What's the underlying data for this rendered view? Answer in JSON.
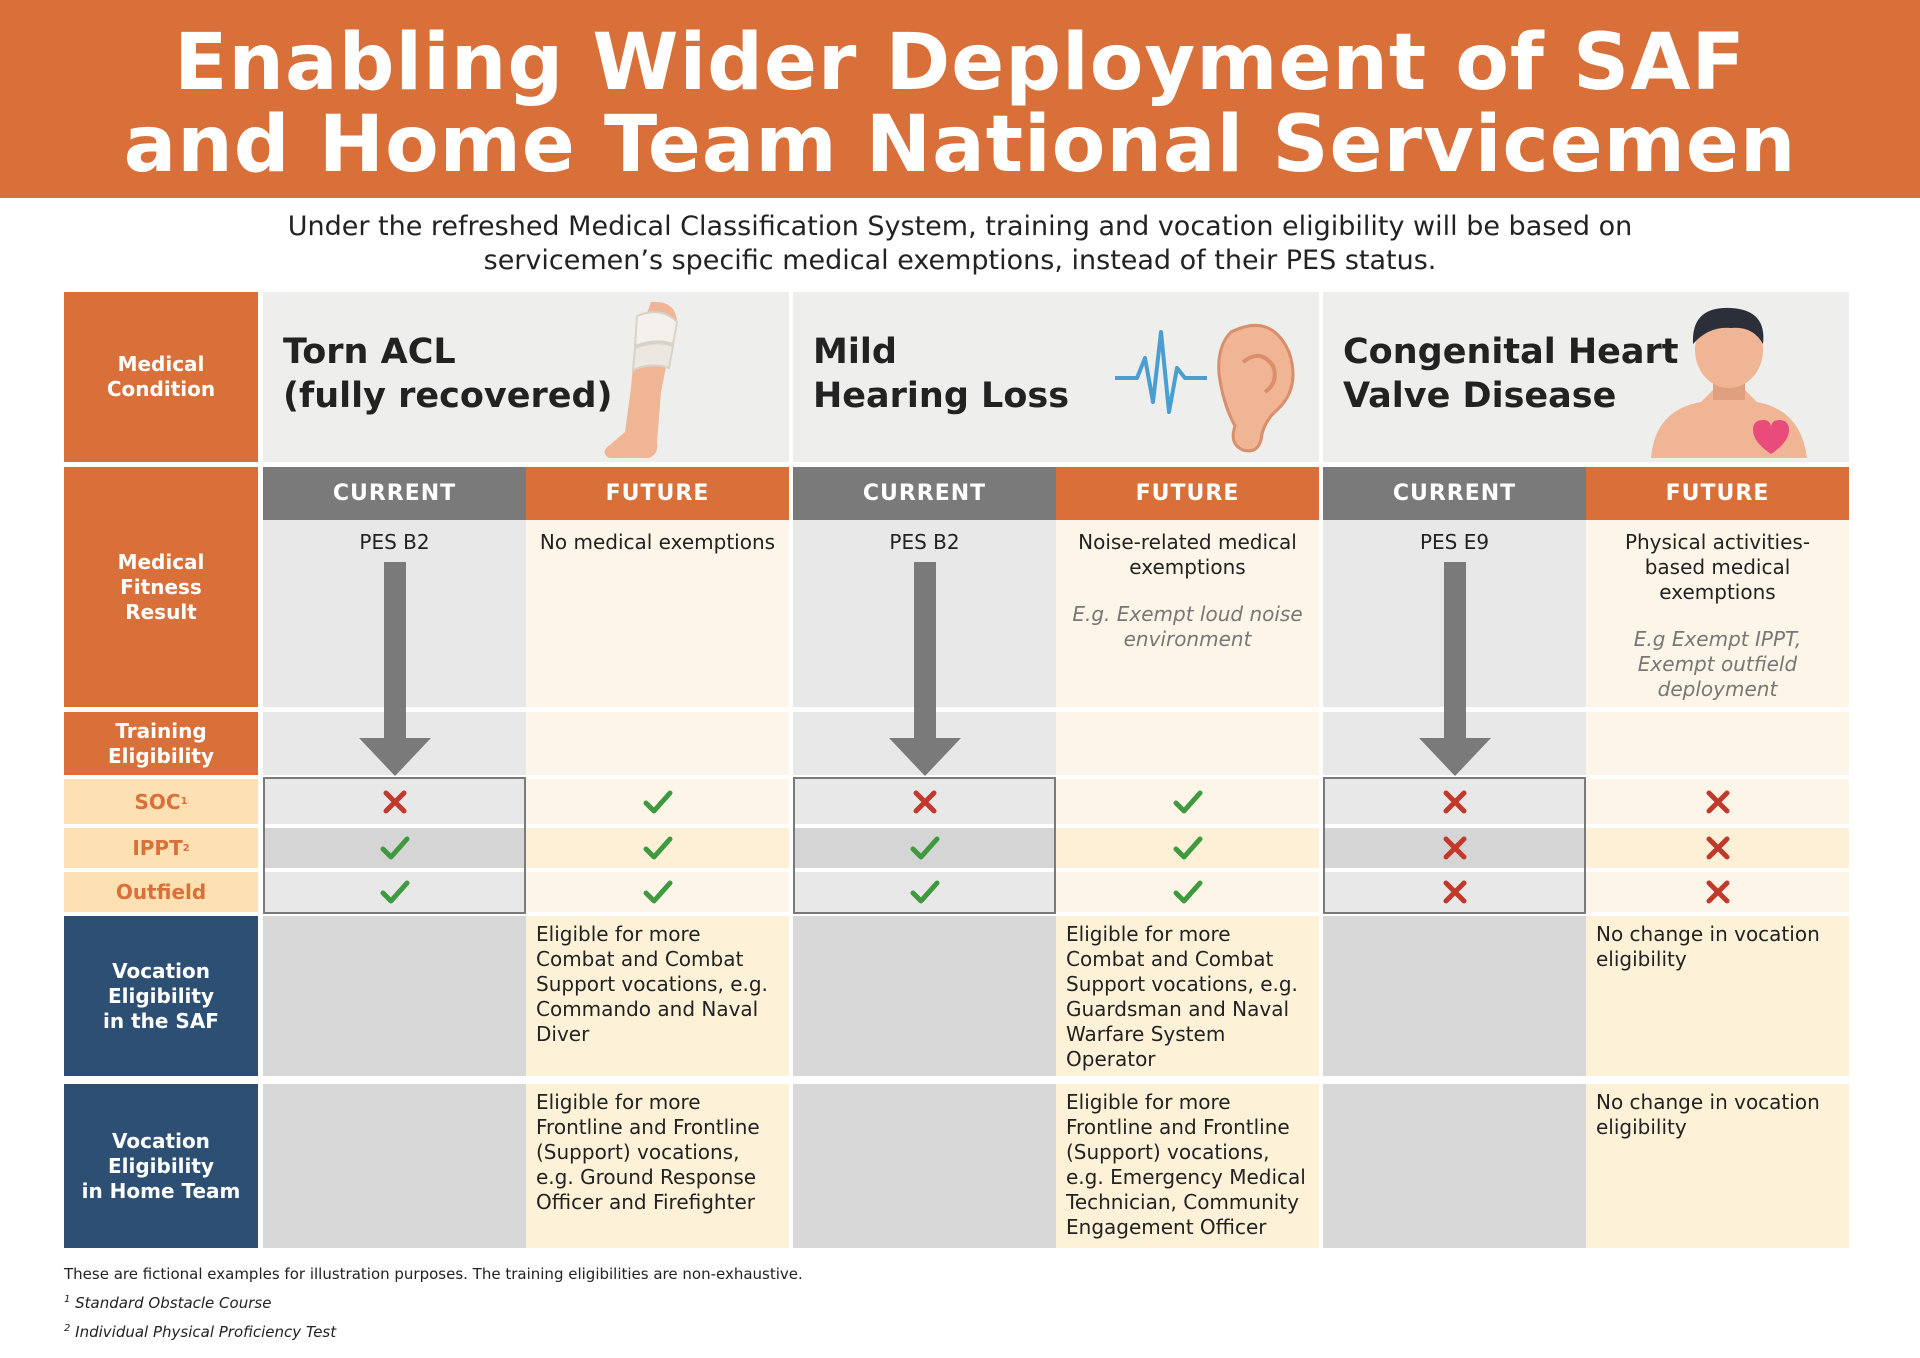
{
  "title_line1": "Enabling Wider Deployment of SAF",
  "title_line2": "and Home Team National Servicemen",
  "subtitle_line1": "Under the refreshed Medical Classification System, training and vocation eligibility will be based on",
  "subtitle_line2": "servicemen’s specific medical exemptions, instead of their PES status.",
  "row_labels": {
    "medical_condition": "Medical\nCondition",
    "medical_fitness": "Medical\nFitness\nResult",
    "training": "Training\nEligibility",
    "soc": "SOC",
    "soc_sup": "1",
    "ippt": "IPPT",
    "ippt_sup": "2",
    "outfield": "Outfield",
    "vocation_saf": "Vocation\nEligibility\nin the SAF",
    "vocation_ht": "Vocation\nEligibility\nin Home Team"
  },
  "column_labels": {
    "current": "CURRENT",
    "future": "FUTURE"
  },
  "conditions": [
    {
      "name": "Torn ACL\n(fully recovered)",
      "icon": "knee-bandage-icon",
      "current_result": "PES B2",
      "future_result": "No medical exemptions",
      "future_example": "",
      "current_marks": [
        "cross",
        "check",
        "check"
      ],
      "future_marks": [
        "check",
        "check",
        "check"
      ],
      "vocation_saf": "Eligible for more Combat and Combat Support vocations, e.g. Commando and Naval Diver",
      "vocation_ht": "Eligible for more Frontline and Frontline (Support) vocations, e.g. Ground Response Officer and Firefighter"
    },
    {
      "name": "Mild\nHearing Loss",
      "icon": "ear-soundwave-icon",
      "current_result": "PES B2",
      "future_result": "Noise-related medical exemptions",
      "future_example": "E.g. Exempt loud noise environment",
      "current_marks": [
        "cross",
        "check",
        "check"
      ],
      "future_marks": [
        "check",
        "check",
        "check"
      ],
      "vocation_saf": "Eligible for more Combat and Combat Support vocations, e.g. Guardsman and Naval Warfare System Operator",
      "vocation_ht": "Eligible for more Frontline and Frontline (Support) vocations, e.g. Emergency Medical Technician, Community Engagement Officer"
    },
    {
      "name": "Congenital Heart\nValve Disease",
      "icon": "person-heart-icon",
      "current_result": "PES E9",
      "future_result": "Physical activities-based medical exemptions",
      "future_example": "E.g Exempt IPPT, Exempt outfield deployment",
      "current_marks": [
        "cross",
        "cross",
        "cross"
      ],
      "future_marks": [
        "cross",
        "cross",
        "cross"
      ],
      "vocation_saf": "No change in vocation eligibility",
      "vocation_ht": "No change in vocation eligibility"
    }
  ],
  "footnote_main": "These are fictional examples for illustration purposes. The training eligibilities are non-exhaustive.",
  "footnote_1_mark": "1",
  "footnote_1": "Standard Obstacle Course",
  "footnote_2_mark": "2",
  "footnote_2": "Individual Physical Proficiency Test",
  "colors": {
    "orange": "#d9703a",
    "navy": "#2c4f73",
    "check": "#3f9a3f",
    "cross": "#c0392b",
    "arrow": "#7a7a7a"
  }
}
